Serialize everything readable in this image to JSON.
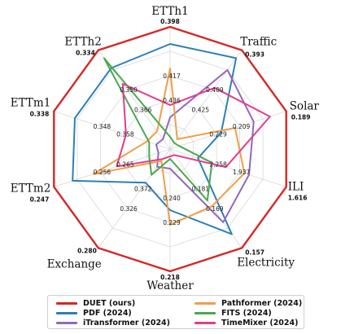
{
  "chart_data": {
    "type": "radar",
    "axes": [
      {
        "name": "ETTh1",
        "best": "0.398",
        "ring_labels": [
          "0.417",
          "0.436"
        ]
      },
      {
        "name": "Traffic",
        "best": "0.393",
        "ring_labels": [
          "0.409",
          "0.425"
        ]
      },
      {
        "name": "Solar",
        "best": "0.189",
        "ring_labels": [
          "0.209",
          "0.229"
        ]
      },
      {
        "name": "ILI",
        "best": "1.616",
        "ring_labels": [
          "1.937",
          "2.258"
        ]
      },
      {
        "name": "Electricity",
        "best": "0.157",
        "ring_labels": [
          "0.169",
          "0.181"
        ]
      },
      {
        "name": "Weather",
        "best": "0.218",
        "ring_labels": [
          "0.229",
          "0.240"
        ]
      },
      {
        "name": "Exchange",
        "best": "0.280",
        "ring_labels": [
          "0.326",
          "0.372"
        ]
      },
      {
        "name": "ETTm2",
        "best": "0.247",
        "ring_labels": [
          "0.256",
          "0.265"
        ]
      },
      {
        "name": "ETTm1",
        "best": "0.338",
        "ring_labels": [
          "0.348",
          "0.358"
        ]
      },
      {
        "name": "ETTh2",
        "best": "0.334",
        "ring_labels": [
          "0.350",
          "0.366"
        ]
      }
    ],
    "levels": 5,
    "series": [
      {
        "name": "DUET (ours)",
        "color": "#d62728",
        "values": [
          5,
          5,
          5,
          5,
          5,
          5,
          5,
          5,
          5,
          5
        ]
      },
      {
        "name": "PDF (2024)",
        "color": "#2c7fb8",
        "values": [
          4.3,
          4.6,
          2.2,
          1.2,
          4.3,
          2.5,
          1.7,
          4.2,
          4.1,
          4.1
        ]
      },
      {
        "name": "iTransformer (2024)",
        "color": "#9467bd",
        "values": [
          1.3,
          4.0,
          3.6,
          3.4,
          3.7,
          0.8,
          0.9,
          0.5,
          0.6,
          0.5
        ]
      },
      {
        "name": "Pathformer (2024)",
        "color": "#ef9f4c",
        "values": [
          3.3,
          0.5,
          2.8,
          3.2,
          2.9,
          3.1,
          0.6,
          3.3,
          1.0,
          0.9
        ]
      },
      {
        "name": "FITS (2024)",
        "color": "#4aa84e",
        "values": [
          0.5,
          0.3,
          0.4,
          1.8,
          2.6,
          0.4,
          1.3,
          0.9,
          0.9,
          4.6
        ]
      },
      {
        "name": "TimeMixer (2024)",
        "color": "#e43b8e",
        "values": [
          1.8,
          3.1,
          4.3,
          2.4,
          0.3,
          0.3,
          0.5,
          2.3,
          1.9,
          3.3
        ]
      }
    ]
  }
}
